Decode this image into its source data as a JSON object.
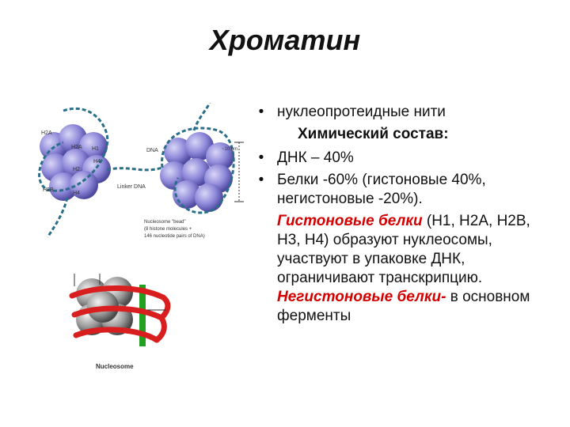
{
  "slide": {
    "title": "Хроматин",
    "bullets": {
      "b1": "нуклеопротеидные нити",
      "subheading": "Химический состав:",
      "b2": "ДНК – 40%",
      "b3": "Белки -60% (гистоновые 40%, негистоновые -20%).",
      "histone_term": "Гистоновые белки",
      "histone_desc": " (Н1, Н2А, Н2В, Н3, Н4) образуют нуклеосомы, участвуют в упаковке ДНК, ограничивают транскрипцию.",
      "nonhistone_term": "Негистоновые белки-",
      "nonhistone_desc": " в основном ферменты"
    }
  },
  "figure_top": {
    "labels": {
      "h2a_top": "H2A",
      "h2b": "H2B",
      "h1": "H1",
      "h2a_mid": "H2A",
      "h4": "H4",
      "h2": "H2",
      "h4b": "H4",
      "dna": "DNA",
      "linker": "Linker DNA",
      "nm": "~10 nm",
      "bead1": "Nucleosome \"bead\"",
      "bead2": "(8 histone molecules +",
      "bead3": "146 nucleotide pairs of DNA)"
    }
  },
  "figure_bottom": {
    "labels": {
      "caption": "Nucleosome"
    }
  },
  "colors": {
    "title": "#111111",
    "accent_red": "#d40000",
    "histone_blue": "#8d87d8",
    "dna_teal": "#2a6f8a",
    "ribbon_red": "#d81e1e",
    "green_bar": "#22a022"
  }
}
